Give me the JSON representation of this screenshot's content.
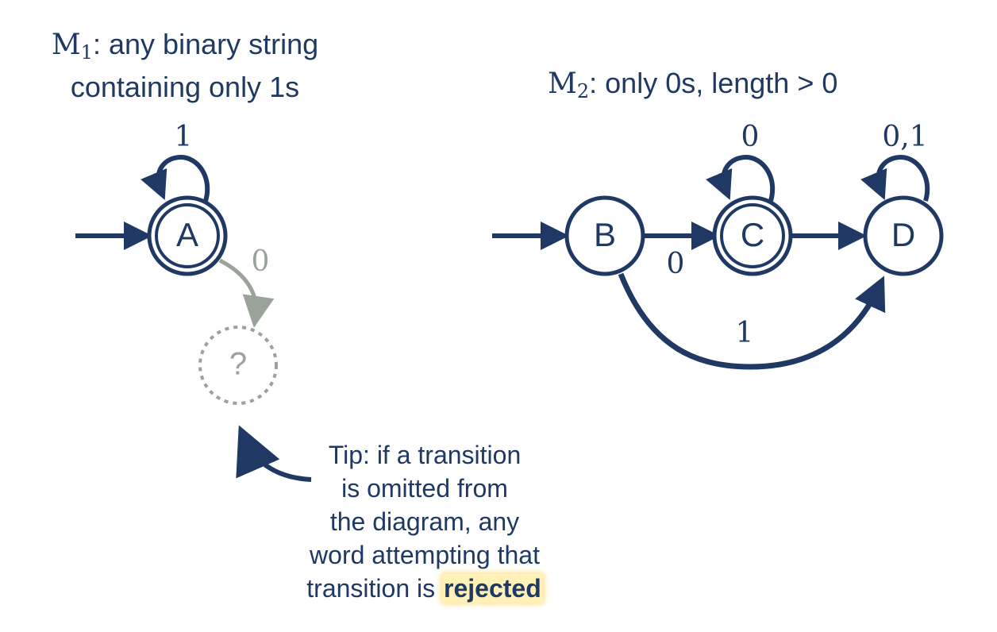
{
  "machine1": {
    "name": "M",
    "subscript": "1",
    "title_line1": ": any binary string",
    "title_line2": "containing only 1s",
    "states": [
      {
        "id": "A",
        "label": "A",
        "accepting": true,
        "start": true
      }
    ],
    "transitions": [
      {
        "from": "A",
        "to": "A",
        "label": "1"
      },
      {
        "from": "A",
        "to": "?",
        "label": "0",
        "omitted": true
      }
    ],
    "omitted_state_label": "?"
  },
  "machine2": {
    "name": "M",
    "subscript": "2",
    "title_rest": ": only 0s, length > 0",
    "states": [
      {
        "id": "B",
        "label": "B",
        "accepting": false,
        "start": true
      },
      {
        "id": "C",
        "label": "C",
        "accepting": true,
        "start": false
      },
      {
        "id": "D",
        "label": "D",
        "accepting": false,
        "start": false
      }
    ],
    "transitions": [
      {
        "from": "B",
        "to": "C",
        "label": "0"
      },
      {
        "from": "C",
        "to": "C",
        "label": "0"
      },
      {
        "from": "C",
        "to": "D",
        "label": ""
      },
      {
        "from": "D",
        "to": "D",
        "label": "0,1"
      },
      {
        "from": "B",
        "to": "D",
        "label": "1"
      }
    ]
  },
  "tip": {
    "lines": [
      "Tip: if a transition",
      "is omitted from",
      "the diagram, any",
      "word attempting that"
    ],
    "last_line_prefix": "transition is ",
    "highlight": "rejected"
  },
  "colors": {
    "primary": "#1f3864",
    "omitted": "#9aa39a",
    "highlight": "#fff1b8"
  }
}
